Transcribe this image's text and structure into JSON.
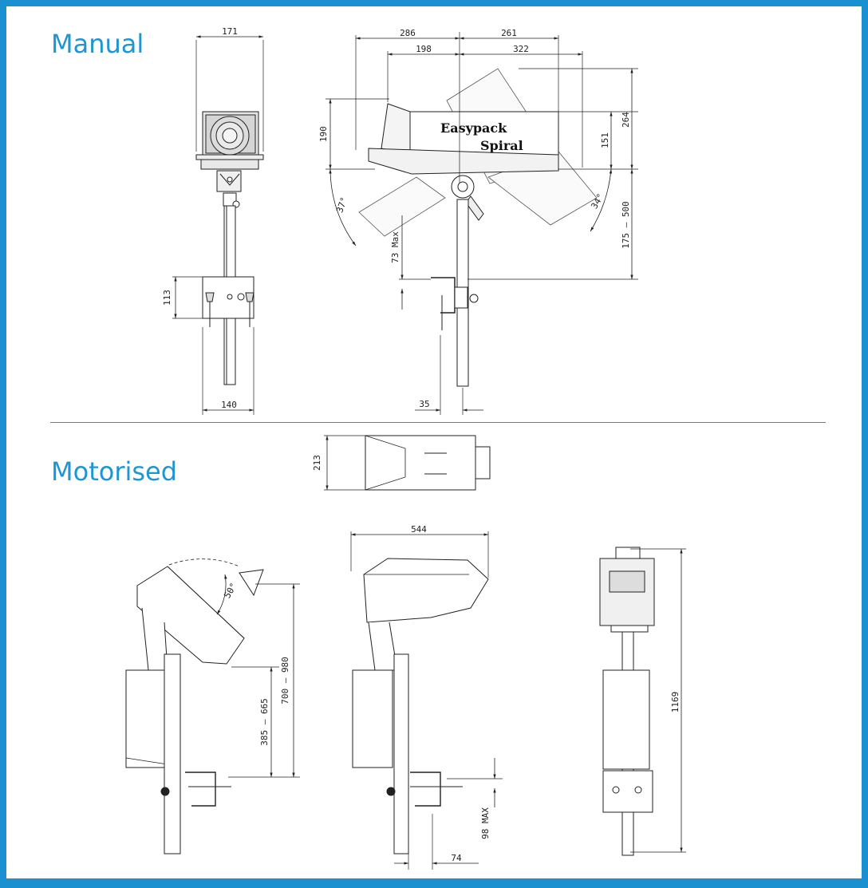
{
  "sections": {
    "manual_title": "Manual",
    "motorised_title": "Motorised"
  },
  "brand": {
    "line1": "Easypack",
    "line2": "Spiral"
  },
  "dimensions": {
    "manual_front_width": "171",
    "manual_clamp_height": "113",
    "manual_base_width": "140",
    "manual_side_286": "286",
    "manual_side_261": "261",
    "manual_side_198": "198",
    "manual_side_322": "322",
    "manual_side_190": "190",
    "manual_side_151": "151",
    "manual_side_264": "264",
    "manual_angle_37": "37°",
    "manual_angle_34": "34°",
    "manual_range_175_500": "175 — 500",
    "manual_73_max": "73 Max",
    "manual_35": "35",
    "motor_top_213": "213",
    "motor_side_544": "544",
    "motor_angle_50": "50°",
    "motor_range_385_665": "385 — 665",
    "motor_range_700_980": "700 — 980",
    "motor_98_max": "98 MAX",
    "motor_74": "74",
    "motor_height_1169": "1169"
  },
  "colors": {
    "frame_blue": "#1a90d0",
    "heading_blue": "#1f95d2",
    "line": "#222222"
  }
}
